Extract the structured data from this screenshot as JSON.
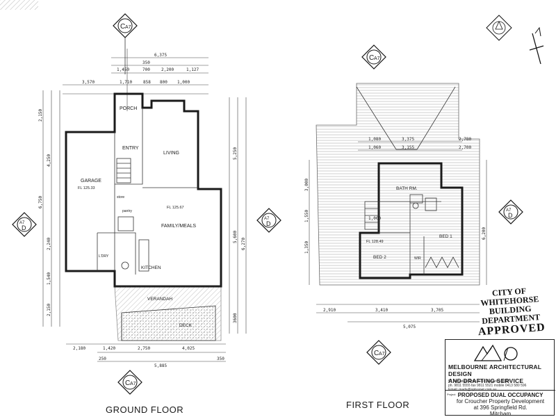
{
  "plans": {
    "ground": {
      "caption": "GROUND FLOOR",
      "rooms": {
        "porch": "PORCH",
        "entry": "ENTRY",
        "living": "LIVING",
        "garage": "GARAGE",
        "family": "FAMILY/MEALS",
        "kitchen": "KITCHEN",
        "verandah": "VERANDAH",
        "deck": "DECK",
        "pantry": "pantry",
        "store": "store",
        "l_dry": "L'DRY"
      },
      "levels": {
        "garage": "FL 125.33",
        "family": "FL 125.67"
      },
      "dims_top": [
        "6,375",
        "350",
        "1,450",
        "700",
        "2,200",
        "1,127",
        "1,710",
        "858",
        "800",
        "1,000",
        "3,570"
      ],
      "dims_bottom": [
        "2,180",
        "1,420",
        "2,750",
        "4,025",
        "250",
        "5,885",
        "350"
      ],
      "dims_left": [
        "2,150",
        "4,250",
        "6,750",
        "2,240",
        "1,540",
        "2,150"
      ],
      "dims_right": [
        "5,250",
        "5,600",
        "6,270",
        "3600"
      ]
    },
    "first": {
      "caption": "FIRST FLOOR",
      "rooms": {
        "bath": "BATH RM.",
        "bed1": "BED 1",
        "bed2": "BED 2",
        "wir": "WIR"
      },
      "levels": {
        "floor": "FL 128.49"
      },
      "dims_top": [
        "3,375",
        "3,155",
        "2,780",
        "2,700",
        "1,080",
        "1,060",
        "1,000"
      ],
      "dims_bottom": [
        "2,910",
        "3,410",
        "3,705",
        "5,075"
      ],
      "dims_left": [
        "3,000",
        "1,550",
        "1,350"
      ],
      "dims_right": [
        "6,200"
      ]
    }
  },
  "section_markers": [
    {
      "id": "C-top-ground",
      "letter": "C",
      "sheet": "A7"
    },
    {
      "id": "C-top-first",
      "letter": "C",
      "sheet": "A7"
    },
    {
      "id": "C-bottom-ground",
      "letter": "C",
      "sheet": "A7"
    },
    {
      "id": "C-bottom-first",
      "letter": "C",
      "sheet": "A7"
    },
    {
      "id": "D-left",
      "letter": "D",
      "sheet": "A7"
    },
    {
      "id": "D-center",
      "letter": "D",
      "sheet": "A7"
    },
    {
      "id": "D-right",
      "letter": "D",
      "sheet": "A7"
    }
  ],
  "approval_stamp": {
    "line1": "CITY OF WHITEHORSE",
    "line2": "BUILDING DEPARTMENT",
    "line3": "APPROVED"
  },
  "title_block": {
    "firm_line1": "MELBOURNE ARCHITECTURAL DESIGN",
    "firm_line2": "AND DRAFTING SERVICE",
    "address": "57 Armadale Cres. Glen Waverley 3150",
    "contact": "ph. 9811 5555 fax 9811 5521 mobile 0413 580 596",
    "email": "Email: mads@optusnet.com.au",
    "project_label": "Project",
    "project_line1": "PROPOSED DUAL OCCUPANCY",
    "project_line2": "for Croucher Property Development",
    "project_line3": "at 396 Springfield Rd.",
    "project_line4": "Mitcham"
  }
}
